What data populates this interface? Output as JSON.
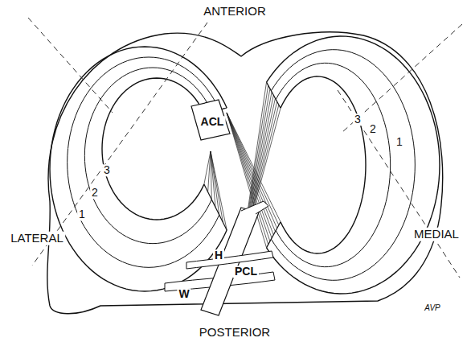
{
  "diagram": {
    "labels": [
      "ANTERIOR",
      "3",
      "2",
      "1",
      "ACL",
      "3",
      "2",
      "1",
      "LATERAL",
      "MEDIAL",
      "H",
      "PCL",
      "W",
      "AVP",
      "POSTERIOR"
    ]
  }
}
